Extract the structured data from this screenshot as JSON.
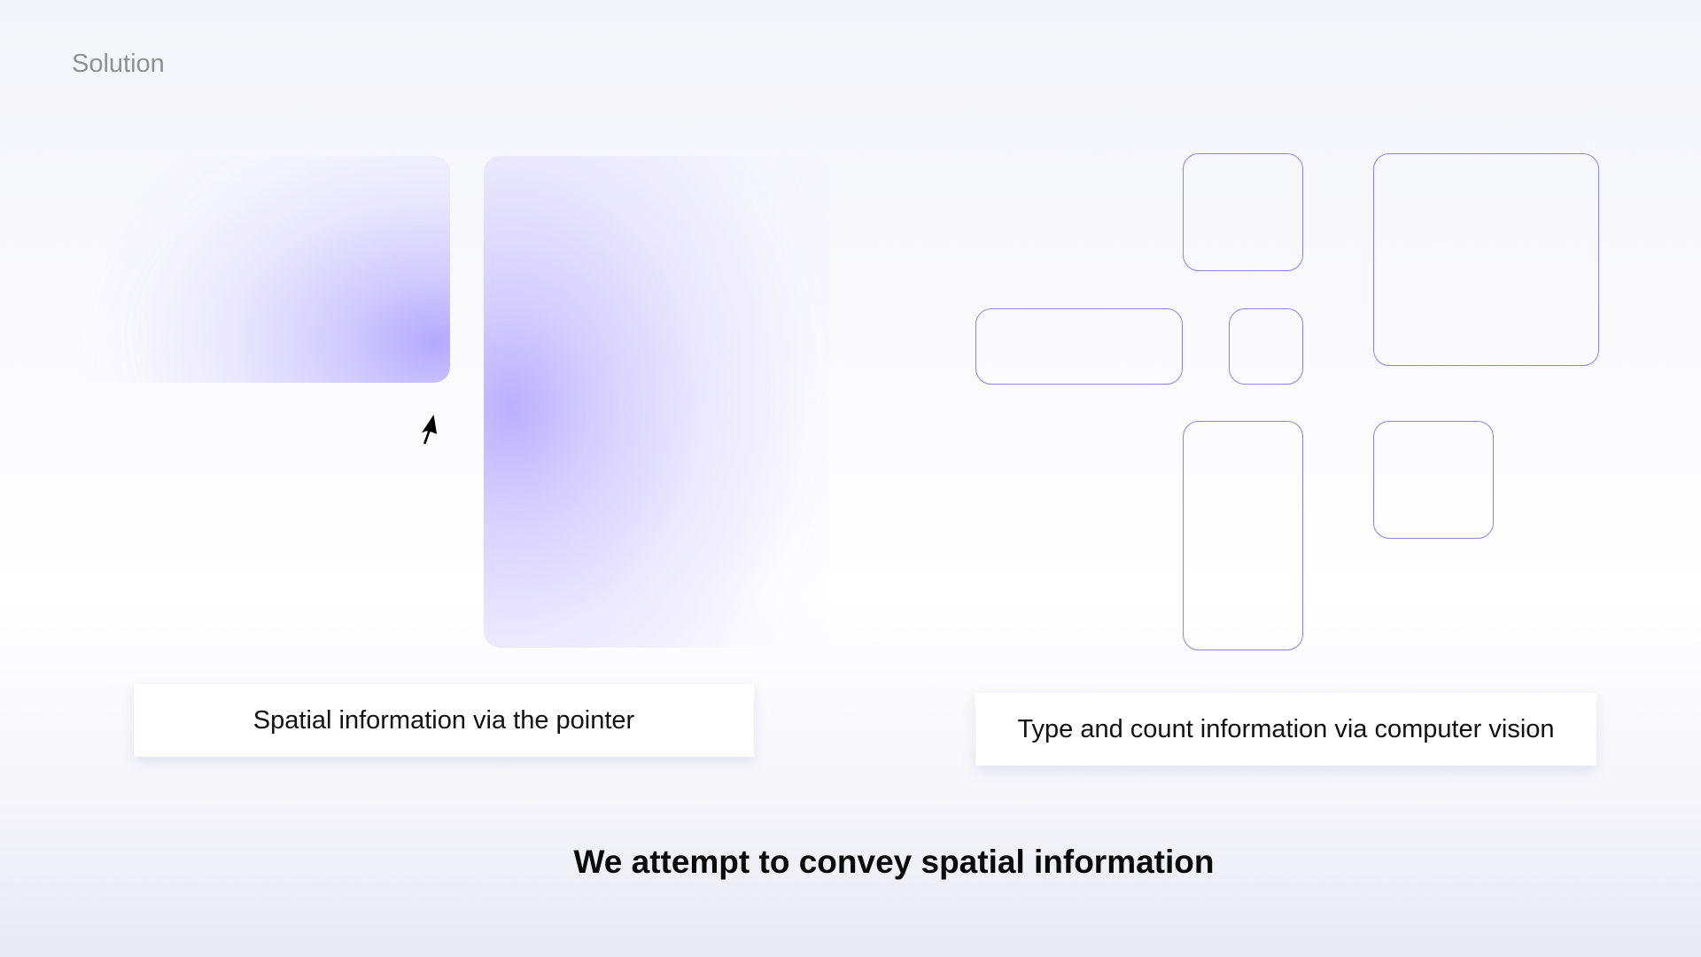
{
  "slide": {
    "section_title": "Solution",
    "pointer_caption": "Spatial information via the pointer",
    "vision_caption": "Type and count information via computer vision",
    "headline": "We attempt to convey spatial information"
  },
  "colors": {
    "accent": "#8b83ec",
    "glow": "#b4a8ff",
    "text": "#111111",
    "muted": "#8f8f94"
  },
  "icons": {
    "pointer": "cursor-arrow-icon"
  }
}
